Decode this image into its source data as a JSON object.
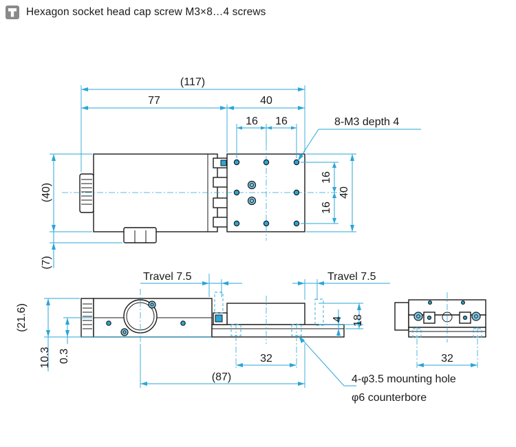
{
  "header": {
    "icon": "screw-accessory-icon",
    "text": "Hexagon socket head cap screw M3×8…4 screws"
  },
  "colors": {
    "dimension": "#2aa6d8",
    "outline": "#1a1a1a",
    "icon_bg": "#8a8a8a"
  },
  "top_view": {
    "overall_length": "(117)",
    "body_length": "77",
    "table_length": "40",
    "hole_pitch_1": "16",
    "hole_pitch_2": "16",
    "thread_callout": "8-M3 depth 4",
    "width": "(40)",
    "table_width": "40",
    "hole_pitch_v1": "16",
    "hole_pitch_v2": "16",
    "clamp_offset": "(7)"
  },
  "front_view": {
    "travel_left": "Travel 7.5",
    "travel_right": "Travel 7.5",
    "height": "(21.6)",
    "base_height": "10.3",
    "gap": "0.3",
    "mount_pitch": "32",
    "mount_span": "(87)",
    "step": "4",
    "table_height": "18",
    "mount_note_1": "4-φ3.5 mounting hole",
    "mount_note_2": "φ6 counterbore"
  },
  "side_view": {
    "mount_pitch": "32"
  }
}
